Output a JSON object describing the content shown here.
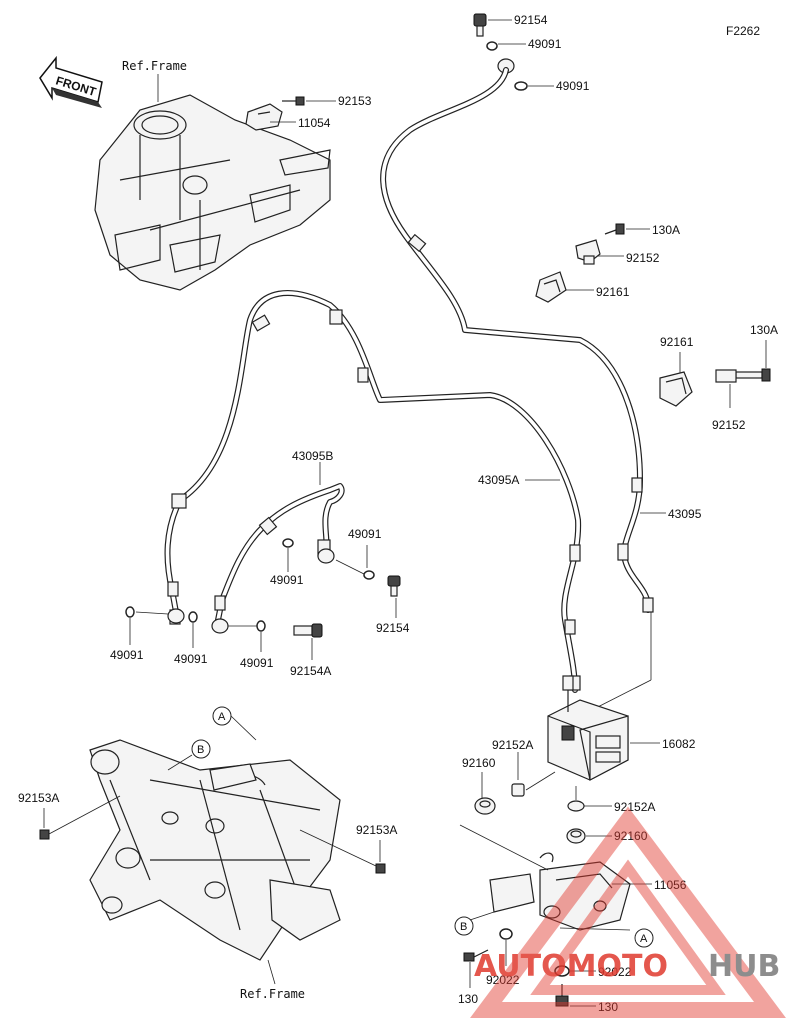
{
  "diagram_code": "F2262",
  "front_label": "FRONT",
  "ref_frame_top": "Ref.Frame",
  "ref_frame_bottom": "Ref.Frame",
  "callouts": {
    "c92154_top": "92154",
    "c49091_a": "49091",
    "c49091_b": "49091",
    "c92153": "92153",
    "c11054": "11054",
    "c130A_a": "130A",
    "c92152_a": "92152",
    "c92161_a": "92161",
    "c92161_b": "92161",
    "c130A_b": "130A",
    "c92152_b": "92152",
    "c43095B": "43095B",
    "c43095A": "43095A",
    "c43095": "43095",
    "c49091_c": "49091",
    "c49091_d": "49091",
    "c92154_mid": "92154",
    "c49091_e": "49091",
    "c49091_f": "49091",
    "c49091_g": "49091",
    "c92154A": "92154A",
    "c92152A_a": "92152A",
    "c16082": "16082",
    "c92160_a": "92160",
    "c92152A_b": "92152A",
    "c92160_b": "92160",
    "c11056": "11056",
    "c92153A_a": "92153A",
    "c92153A_b": "92153A",
    "c92022_a": "92022",
    "c92022_b": "92022",
    "c130_a": "130",
    "c130_b": "130"
  },
  "ref_markers": {
    "a_top": "A",
    "b_top": "B",
    "b_bottom": "B",
    "a_bottom": "A"
  },
  "watermark": {
    "part1": "AUTOMOTO",
    "part2": "HUB",
    "color_red": "#e03a2f",
    "color_gray": "#7a7a7a"
  }
}
